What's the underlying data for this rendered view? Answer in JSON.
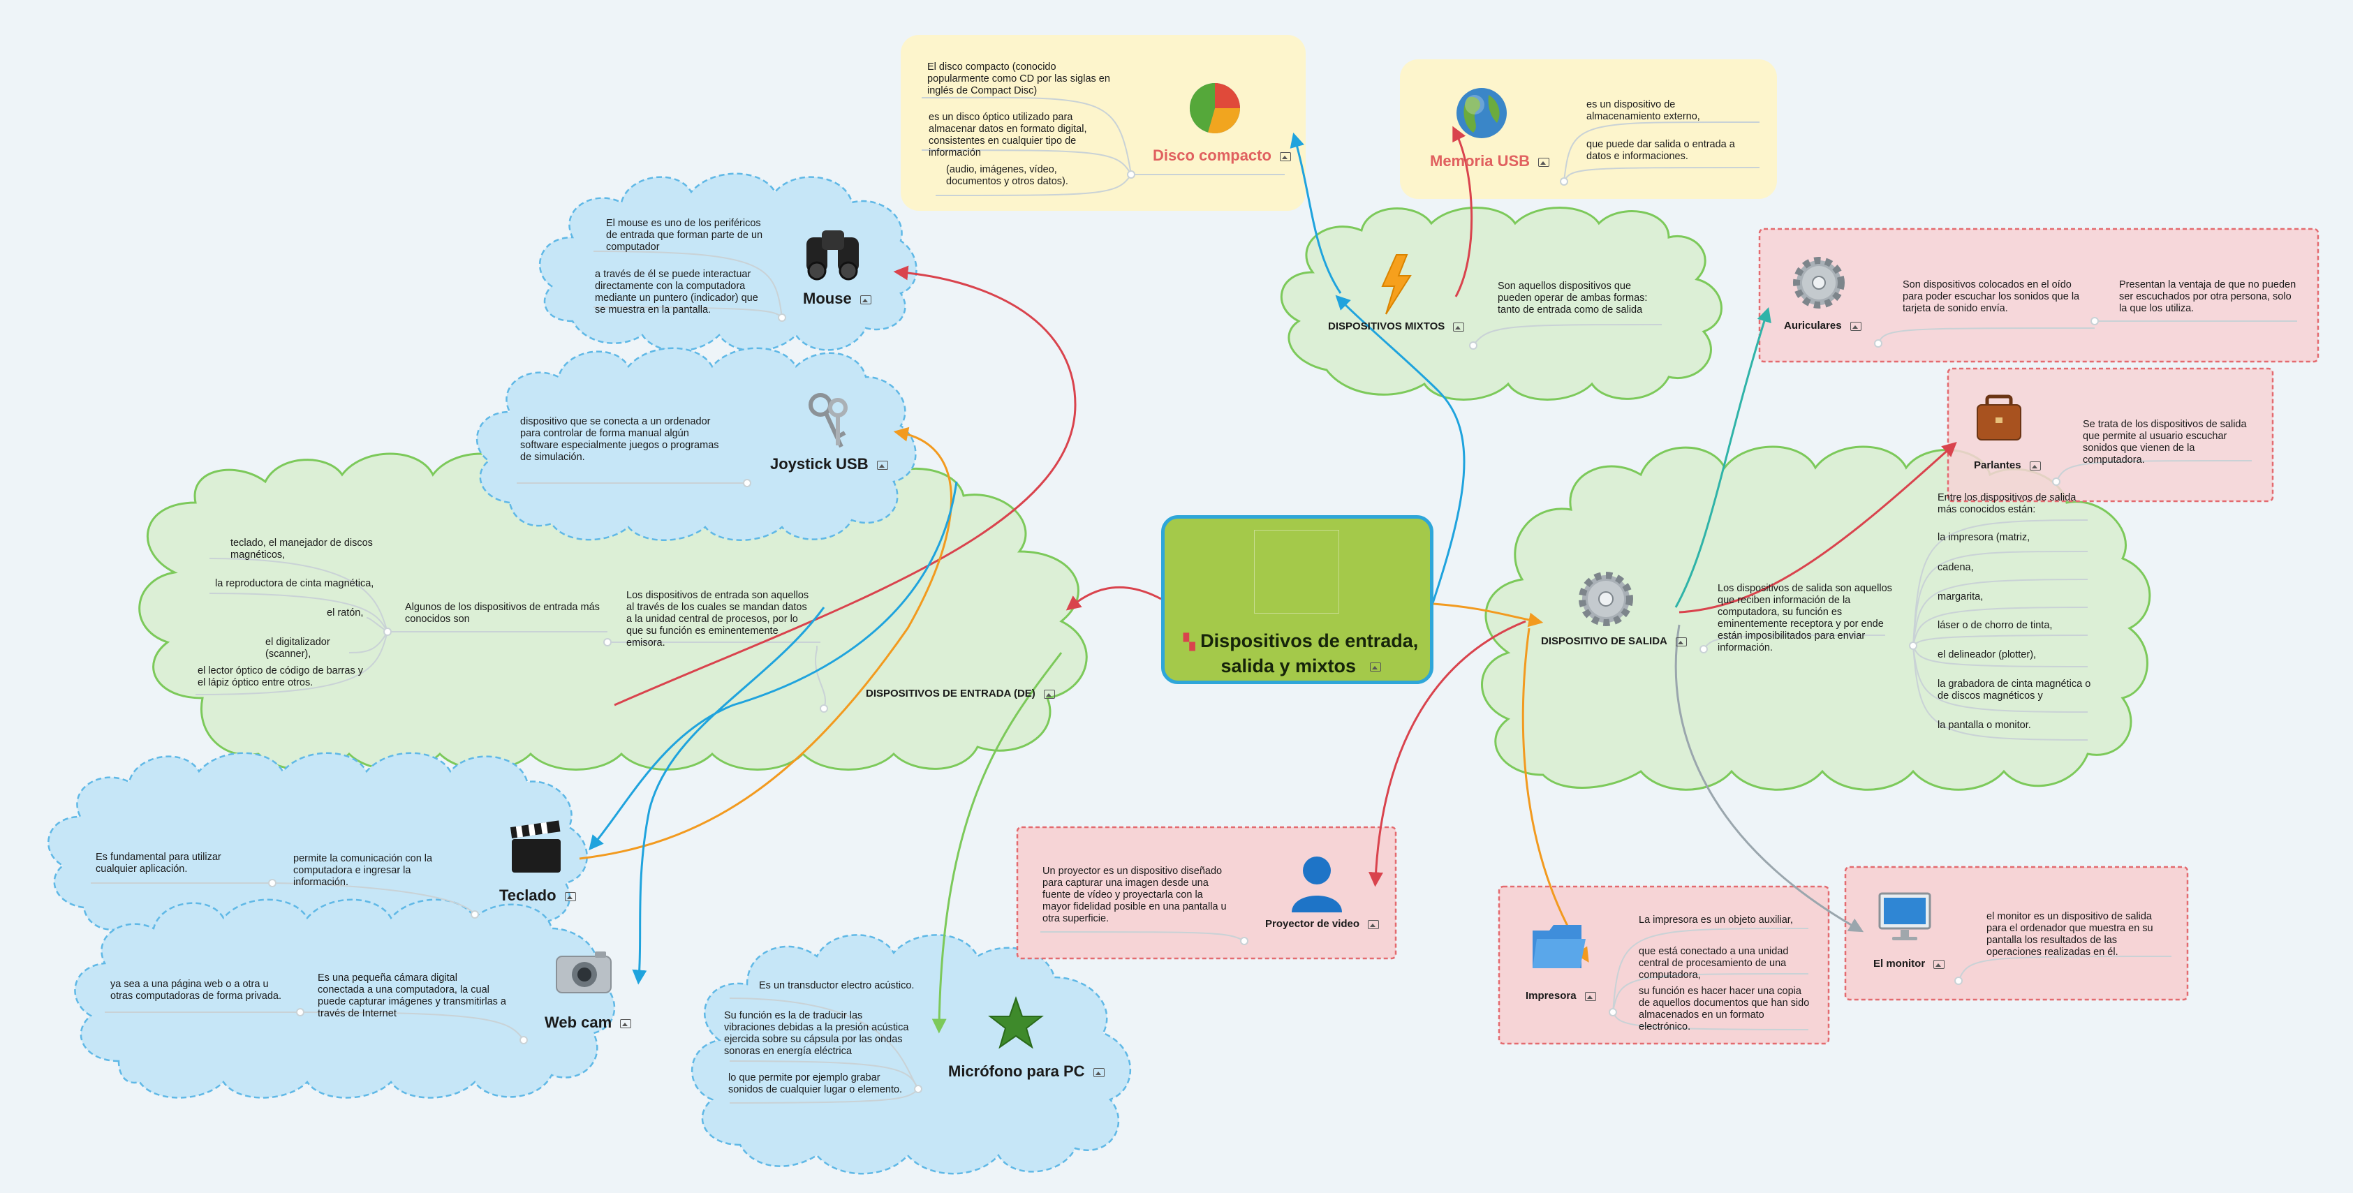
{
  "central": {
    "title": "Dispositivos de entrada, salida y mixtos"
  },
  "entrada": {
    "label": "DISPOSITIVOS DE ENTRADA (DE)",
    "description": "Los dispositivos de entrada son aquellos al través de los cuales se mandan datos a la unidad central de procesos, por lo que su función es eminentemente emisora.",
    "examples_intro": "Algunos de los dispositivos de entrada más conocidos son",
    "examples": [
      "teclado, el manejador de discos magnéticos,",
      "la reproductora de cinta magnética,",
      "el ratón,",
      "el digitalizador (scanner),",
      "el lector óptico de código de barras y el lápiz óptico entre otros."
    ]
  },
  "mouse": {
    "label": "Mouse",
    "texts": [
      "El mouse es uno de los periféricos de entrada que forman parte de un computador",
      "a través de él se puede interactuar directamente con la computadora mediante un puntero (indicador) que se muestra en la pantalla."
    ]
  },
  "joystick": {
    "label": "Joystick USB",
    "text": "dispositivo que se conecta a un ordenador para controlar de forma manual algún software especialmente juegos o programas de simulación."
  },
  "teclado": {
    "label": "Teclado",
    "texts": [
      "Es fundamental para utilizar cualquier aplicación.",
      "permite la comunicación con la computadora e ingresar la información."
    ]
  },
  "webcam": {
    "label": "Web cam",
    "texts": [
      "ya sea a una página web o a otra u otras computadoras de forma privada.",
      "Es una pequeña cámara digital conectada a una computadora, la cual puede capturar imágenes y transmitirlas a través de Internet"
    ]
  },
  "microfono": {
    "label": "Micrófono para PC",
    "texts": [
      "Es un transductor electro acústico.",
      "Su función es la de traducir las vibraciones debidas a la presión acústica ejercida sobre su cápsula por las ondas sonoras en energía eléctrica",
      "lo que permite por ejemplo grabar sonidos de cualquier lugar o elemento."
    ]
  },
  "mixtos": {
    "label": "DISPOSITIVOS MIXTOS",
    "text": "Son aquellos dispositivos que pueden operar de ambas formas: tanto de entrada como de salida"
  },
  "disco": {
    "label": "Disco compacto",
    "texts": [
      "El disco compacto (conocido popularmente como CD por las siglas en inglés de Compact Disc)",
      "es un disco óptico utilizado para almacenar datos en formato digital, consistentes en cualquier tipo de información",
      "(audio, imágenes, vídeo, documentos y otros datos)."
    ]
  },
  "memoria": {
    "label": "Memoria USB",
    "texts": [
      "es un dispositivo de almacenamiento externo,",
      "que puede dar salida o entrada a datos e informaciones."
    ]
  },
  "salida": {
    "label": "DISPOSITIVO DE SALIDA",
    "description": "Los dispositivos de salida son aquellos que reciben información de la computadora, su función es eminentemente receptora y por ende están imposibilitados para enviar información.",
    "examples_intro": "Entre los dispositivos de salida más conocidos están:",
    "examples": [
      "la impresora (matriz,",
      "cadena,",
      "margarita,",
      "láser o de chorro de tinta,",
      "el delineador (plotter),",
      "la grabadora de cinta magnética o de discos magnéticos y",
      "la pantalla o monitor."
    ]
  },
  "auriculares": {
    "label": "Auriculares",
    "texts": [
      "Son dispositivos colocados en el oído para poder escuchar los sonidos que la tarjeta de sonido envía.",
      "Presentan la ventaja de que no pueden ser escuchados por otra persona, solo la que los utiliza."
    ]
  },
  "parlantes": {
    "label": "Parlantes",
    "text": "Se trata de los dispositivos de salida que permite al usuario escuchar sonidos que vienen de la computadora."
  },
  "proyector": {
    "label": "Proyector de video",
    "text": "Un proyector es un dispositivo diseñado para capturar una imagen desde una fuente de vídeo y proyectarla con la mayor fidelidad posible en una pantalla u otra superficie."
  },
  "impresora": {
    "label": "Impresora",
    "texts": [
      "La impresora es un objeto auxiliar,",
      "que está conectado a una unidad central de procesamiento de una computadora,",
      "su función es hacer hacer una copia de aquellos documentos que han sido almacenados en un formato electrónico."
    ]
  },
  "monitor": {
    "label": "El monitor",
    "text": "el monitor es un dispositivo de salida para el ordenador que muestra en su pantalla los resultados de las operaciones realizadas en él."
  },
  "colors": {
    "cloud_green_fill": "#dcefd6",
    "cloud_green_stroke": "#7cc95a",
    "cloud_blue_fill": "#c6e6f7",
    "cloud_blue_stroke": "#5fb8e6",
    "central_fill": "#a4c94a",
    "central_border": "#2ea6d9",
    "box_yellow": "#fdf5cc",
    "box_red_fill": "#f6d4d6",
    "box_red_border": "#e36a6f",
    "label_red": "#e0605f"
  },
  "icons": {
    "mouse": "binoculars-icon",
    "joystick": "keys-icon",
    "teclado": "clapperboard-icon",
    "webcam": "camera-icon",
    "microfono": "star-icon",
    "mixtos": "lightning-icon",
    "disco": "pie-chart-icon",
    "memoria": "globe-icon",
    "salida": "gear-icon",
    "auriculares": "gear-icon",
    "parlantes": "briefcase-icon",
    "proyector": "user-icon",
    "impresora": "folder-icon",
    "monitor": "monitor-icon"
  }
}
